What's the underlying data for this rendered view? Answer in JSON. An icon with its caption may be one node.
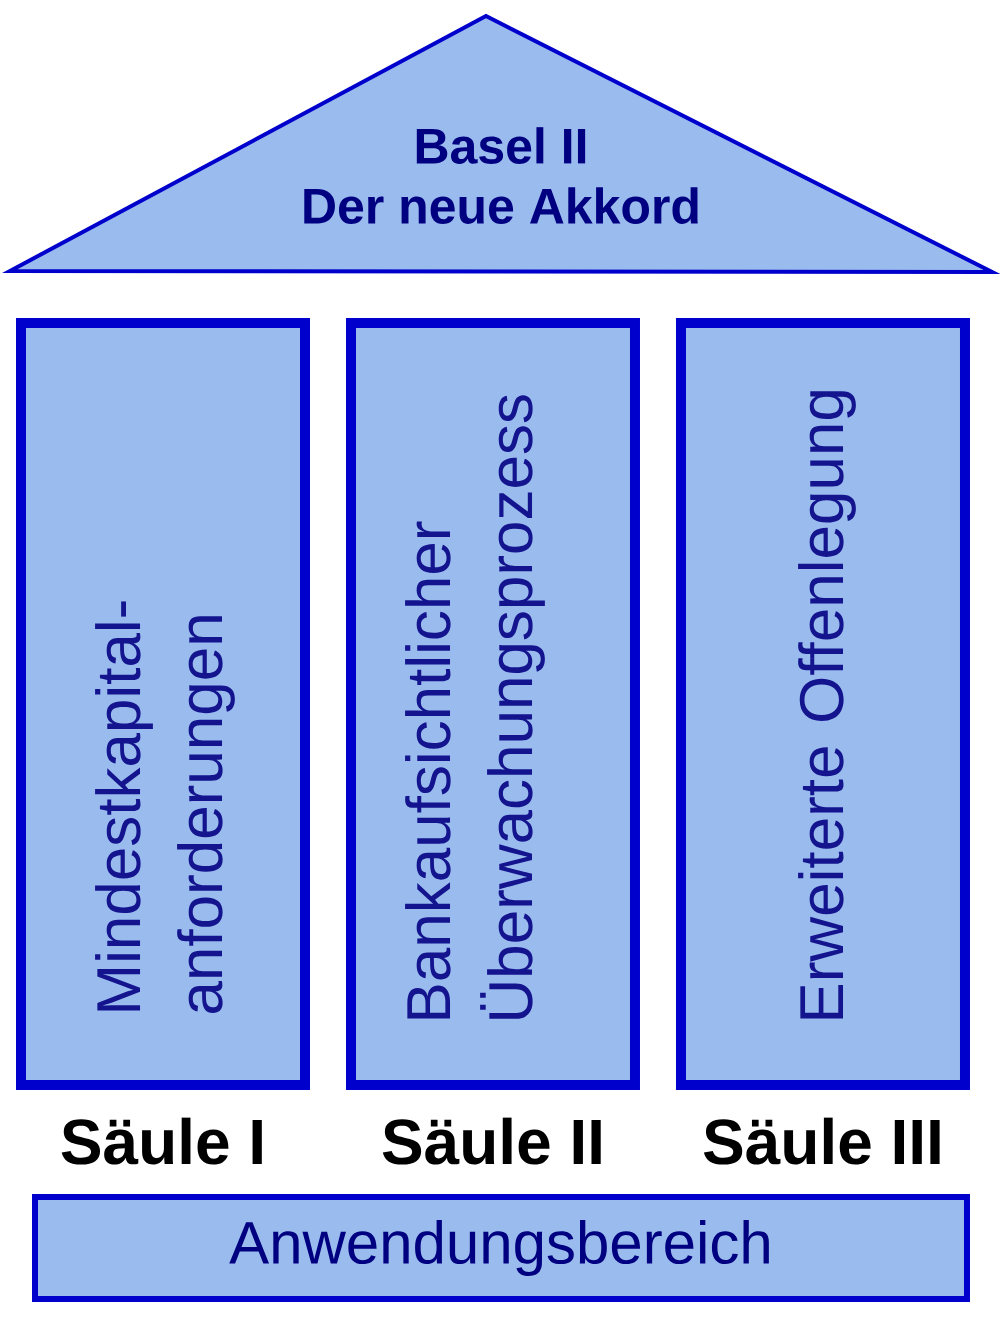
{
  "diagram": {
    "nodes": [
      {
        "text": [
          "Basel II",
          "Der neue Akkord"
        ]
      },
      {
        "text": [
          "Mindestkapital- anforderungen"
        ],
        "beside": [
          "Säule I"
        ]
      },
      {
        "text": [
          "Bankaufsichtlicher Überwachungsprozess"
        ],
        "beside": [
          "Säule II"
        ]
      },
      {
        "text": [
          "Erweiterte Offenlegung"
        ],
        "beside": [
          "Säule III"
        ]
      },
      {
        "text": [
          "Anwendungsbereich"
        ]
      }
    ]
  }
}
